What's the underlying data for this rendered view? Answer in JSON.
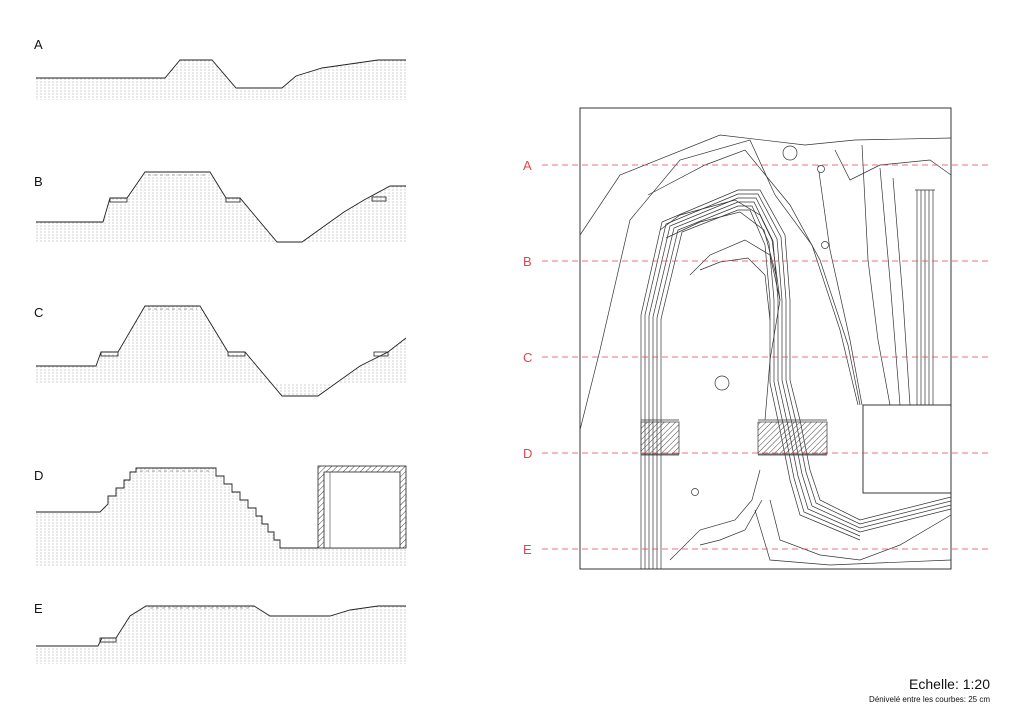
{
  "sections": [
    {
      "id": "a",
      "label": "A"
    },
    {
      "id": "b",
      "label": "B"
    },
    {
      "id": "c",
      "label": "C"
    },
    {
      "id": "d",
      "label": "D"
    },
    {
      "id": "e",
      "label": "E"
    }
  ],
  "plan": {
    "cut_lines": [
      {
        "id": "a",
        "label": "A"
      },
      {
        "id": "b",
        "label": "B"
      },
      {
        "id": "c",
        "label": "C"
      },
      {
        "id": "d",
        "label": "D"
      },
      {
        "id": "e",
        "label": "E"
      }
    ],
    "cut_color": "#e0474c"
  },
  "scale": {
    "main": "Echelle: 1:20",
    "sub": "Dénivelé entre les courbes: 25 cm"
  }
}
